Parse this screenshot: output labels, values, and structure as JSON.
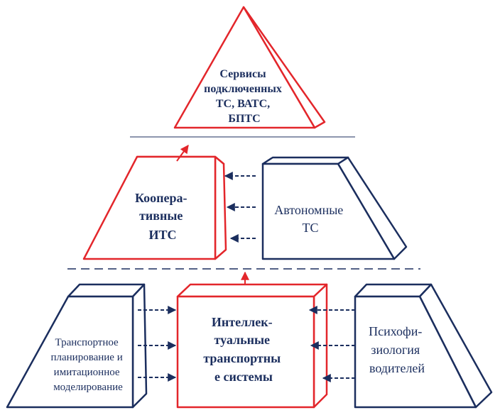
{
  "colors": {
    "red": "#e3262b",
    "blue": "#1b2e5e"
  },
  "nodes": {
    "services": {
      "lines": [
        "Сервисы",
        "подключенных",
        "ТС, ВАТС,",
        "БПТС"
      ]
    },
    "cooperative": {
      "lines": [
        "Коопера-",
        "тивные",
        "ИТС"
      ]
    },
    "autonomous": {
      "lines": [
        "Автономные",
        "ТС"
      ]
    },
    "transport_planning": {
      "lines": [
        "Транспортное",
        "планирование и",
        "имитационное",
        "моделирование"
      ]
    },
    "its": {
      "lines": [
        "Интеллек-",
        "туальные",
        "транспортны",
        "е системы"
      ]
    },
    "psychophysiology": {
      "lines": [
        "Психофи-",
        "зиология",
        "водителей"
      ]
    }
  }
}
